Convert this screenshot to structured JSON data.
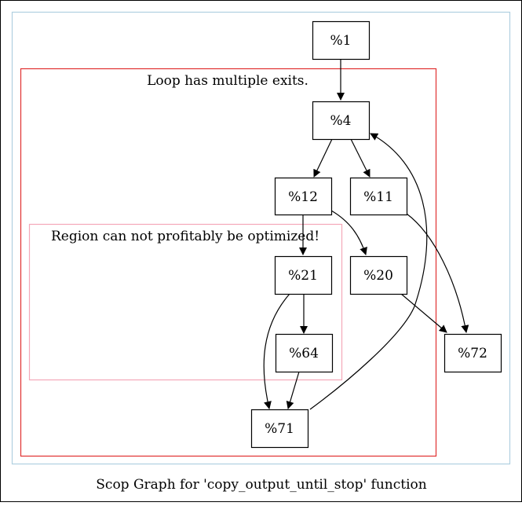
{
  "title": "Scop Graph for 'copy_output_until_stop' function",
  "clusters": {
    "outer": {
      "label": "",
      "color": "#b0d0e0"
    },
    "loop": {
      "label": "Loop  has multiple exits.",
      "color": "#e03030"
    },
    "region": {
      "label": "Region can not profitably be optimized!",
      "color": "#f4a8b8"
    }
  },
  "nodes": [
    {
      "id": "n1",
      "label": "%1"
    },
    {
      "id": "n4",
      "label": "%4"
    },
    {
      "id": "n12",
      "label": "%12"
    },
    {
      "id": "n11",
      "label": "%11"
    },
    {
      "id": "n21",
      "label": "%21"
    },
    {
      "id": "n20",
      "label": "%20"
    },
    {
      "id": "n64",
      "label": "%64"
    },
    {
      "id": "n72",
      "label": "%72"
    },
    {
      "id": "n71",
      "label": "%71"
    }
  ],
  "edges": [
    {
      "from": "n1",
      "to": "n4"
    },
    {
      "from": "n4",
      "to": "n12"
    },
    {
      "from": "n4",
      "to": "n11"
    },
    {
      "from": "n12",
      "to": "n21"
    },
    {
      "from": "n12",
      "to": "n20"
    },
    {
      "from": "n11",
      "to": "n72"
    },
    {
      "from": "n21",
      "to": "n64"
    },
    {
      "from": "n21",
      "to": "n71"
    },
    {
      "from": "n20",
      "to": "n72"
    },
    {
      "from": "n64",
      "to": "n71"
    },
    {
      "from": "n71",
      "to": "n4"
    }
  ]
}
